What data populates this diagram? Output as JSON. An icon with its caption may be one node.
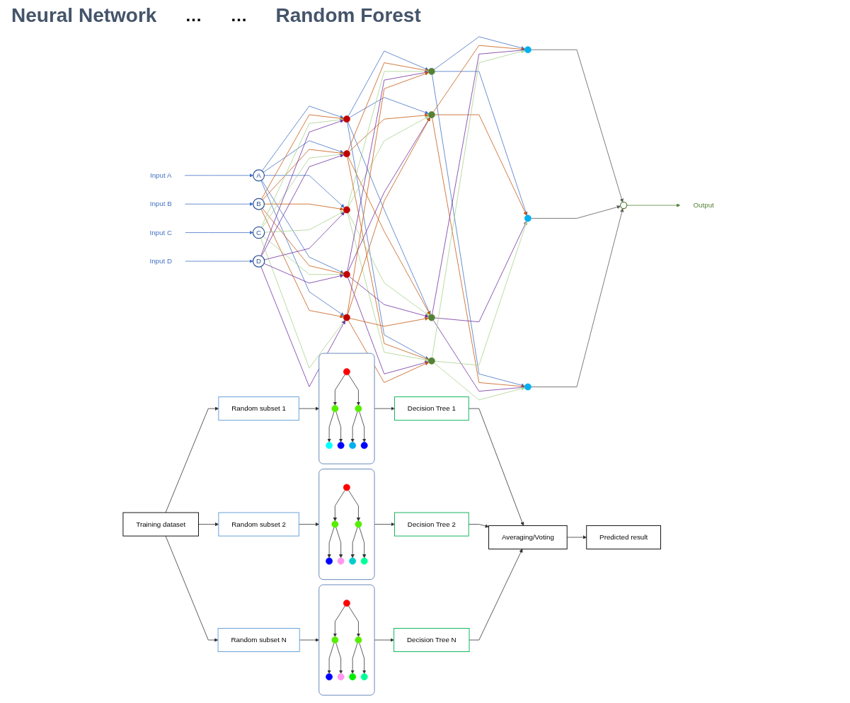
{
  "diagram": {
    "nodes": [
      {
        "text": [
          "Input A"
        ]
      },
      {
        "text": [
          "Input B"
        ]
      },
      {
        "text": [
          "Input C"
        ]
      },
      {
        "text": [
          "Input D"
        ]
      },
      {
        "text": [
          "A"
        ]
      },
      {
        "text": [
          "B"
        ]
      },
      {
        "text": [
          "C"
        ]
      },
      {
        "text": [
          "D"
        ]
      },
      {
        "text": [],
        "shape": "circle"
      },
      {
        "text": [],
        "shape": "circle"
      },
      {
        "text": [],
        "shape": "circle"
      },
      {
        "text": [],
        "shape": "circle"
      },
      {
        "text": [],
        "shape": "circle"
      },
      {
        "text": [],
        "shape": "circle"
      },
      {
        "text": [],
        "shape": "circle"
      },
      {
        "text": [],
        "shape": "circle"
      },
      {
        "text": [],
        "shape": "circle"
      },
      {
        "text": [],
        "shape": "circle"
      },
      {
        "text": [],
        "shape": "circle"
      },
      {
        "text": [],
        "shape": "circle"
      },
      {
        "text": [],
        "shape": "circle"
      },
      {
        "text": [
          "Output"
        ]
      },
      {
        "text": [
          "Training dataset"
        ]
      },
      {
        "text": [
          "Random subset 1"
        ]
      },
      {
        "text": [
          "Random subset 2"
        ]
      },
      {
        "text": [
          "Random subset N"
        ]
      },
      {
        "text": [],
        "shape": "box"
      },
      {
        "text": [],
        "shape": "circle",
        "in": 26
      },
      {
        "text": [],
        "shape": "circle",
        "in": 26
      },
      {
        "text": [],
        "shape": "circle",
        "in": 26
      },
      {
        "text": [],
        "shape": "circle",
        "in": 26
      },
      {
        "text": [],
        "shape": "circle",
        "in": 26
      },
      {
        "text": [],
        "shape": "circle",
        "in": 26
      },
      {
        "text": [],
        "shape": "circle",
        "in": 26
      },
      {
        "text": [],
        "shape": "box"
      },
      {
        "text": [],
        "shape": "circle",
        "in": 34
      },
      {
        "text": [],
        "shape": "circle",
        "in": 34
      },
      {
        "text": [],
        "shape": "circle",
        "in": 34
      },
      {
        "text": [],
        "shape": "circle",
        "in": 34
      },
      {
        "text": [],
        "shape": "circle",
        "in": 34
      },
      {
        "text": [],
        "shape": "circle",
        "in": 34
      },
      {
        "text": [],
        "shape": "circle",
        "in": 34
      },
      {
        "text": [],
        "shape": "box"
      },
      {
        "text": [],
        "shape": "circle",
        "in": 42
      },
      {
        "text": [],
        "shape": "circle",
        "in": 42
      },
      {
        "text": [],
        "shape": "circle",
        "in": 42
      },
      {
        "text": [],
        "shape": "circle",
        "in": 42
      },
      {
        "text": [],
        "shape": "circle",
        "in": 42
      },
      {
        "text": [],
        "shape": "circle",
        "in": 42
      },
      {
        "text": [],
        "shape": "circle",
        "in": 42
      },
      {
        "text": [
          "Decision Tree 1"
        ]
      },
      {
        "text": [
          "Decision Tree 2"
        ]
      },
      {
        "text": [
          "Decision Tree N"
        ]
      },
      {
        "text": [
          "Averaging/Voting"
        ]
      },
      {
        "text": [
          "Predicted result"
        ]
      }
    ],
    "edges": [
      {
        "from": 0,
        "to": 4,
        "arrow": "to",
        "color": "#4472c4"
      },
      {
        "from": 1,
        "to": 5,
        "arrow": "to",
        "color": "#4472c4"
      },
      {
        "from": 2,
        "to": 6,
        "arrow": "to",
        "color": "#4472c4"
      },
      {
        "from": 3,
        "to": 7,
        "arrow": "to",
        "color": "#4472c4"
      },
      {
        "from": 4,
        "to": 8,
        "arrow": "to",
        "color": "#4472c4"
      },
      {
        "from": 4,
        "to": 9,
        "arrow": "to",
        "color": "#4472c4"
      },
      {
        "from": 4,
        "to": 10,
        "arrow": "to",
        "color": "#4472c4"
      },
      {
        "from": 4,
        "to": 11,
        "arrow": "to",
        "color": "#4472c4"
      },
      {
        "from": 4,
        "to": 12,
        "arrow": "to",
        "color": "#4472c4"
      },
      {
        "from": 5,
        "to": 8,
        "arrow": "to",
        "color": "#c55a11"
      },
      {
        "from": 5,
        "to": 9,
        "arrow": "to",
        "color": "#c55a11"
      },
      {
        "from": 5,
        "to": 10,
        "arrow": "to",
        "color": "#c55a11"
      },
      {
        "from": 5,
        "to": 11,
        "arrow": "to",
        "color": "#c55a11"
      },
      {
        "from": 5,
        "to": 12,
        "arrow": "to",
        "color": "#c55a11"
      },
      {
        "from": 6,
        "to": 8,
        "arrow": "to",
        "color": "#a9d18e"
      },
      {
        "from": 6,
        "to": 9,
        "arrow": "to",
        "color": "#a9d18e"
      },
      {
        "from": 6,
        "to": 10,
        "arrow": "to",
        "color": "#a9d18e"
      },
      {
        "from": 6,
        "to": 11,
        "arrow": "to",
        "color": "#a9d18e"
      },
      {
        "from": 6,
        "to": 12,
        "arrow": "to",
        "color": "#a9d18e"
      },
      {
        "from": 7,
        "to": 8,
        "arrow": "to",
        "color": "#7030a0"
      },
      {
        "from": 7,
        "to": 9,
        "arrow": "to",
        "color": "#7030a0"
      },
      {
        "from": 7,
        "to": 10,
        "arrow": "to",
        "color": "#7030a0"
      },
      {
        "from": 7,
        "to": 11,
        "arrow": "to",
        "color": "#7030a0"
      },
      {
        "from": 7,
        "to": 12,
        "arrow": "to",
        "color": "#7030a0"
      },
      {
        "from": 8,
        "to": 13,
        "arrow": "to",
        "color": "#4472c4"
      },
      {
        "from": 8,
        "to": 14,
        "arrow": "to",
        "color": "#4472c4"
      },
      {
        "from": 8,
        "to": 15,
        "arrow": "to",
        "color": "#4472c4"
      },
      {
        "from": 8,
        "to": 16,
        "arrow": "to",
        "color": "#4472c4"
      },
      {
        "from": 9,
        "to": 13,
        "arrow": "to",
        "color": "#c55a11"
      },
      {
        "from": 9,
        "to": 14,
        "arrow": "to",
        "color": "#c55a11"
      },
      {
        "from": 9,
        "to": 15,
        "arrow": "to",
        "color": "#c55a11"
      },
      {
        "from": 9,
        "to": 16,
        "arrow": "to",
        "color": "#c55a11"
      },
      {
        "from": 10,
        "to": 13,
        "arrow": "to",
        "color": "#a9d18e"
      },
      {
        "from": 10,
        "to": 14,
        "arrow": "to",
        "color": "#a9d18e"
      },
      {
        "from": 10,
        "to": 15,
        "arrow": "to",
        "color": "#a9d18e"
      },
      {
        "from": 10,
        "to": 16,
        "arrow": "to",
        "color": "#a9d18e"
      },
      {
        "from": 11,
        "to": 13,
        "arrow": "to",
        "color": "#7030a0"
      },
      {
        "from": 11,
        "to": 14,
        "arrow": "to",
        "color": "#7030a0"
      },
      {
        "from": 11,
        "to": 15,
        "arrow": "to",
        "color": "#7030a0"
      },
      {
        "from": 11,
        "to": 16,
        "arrow": "to",
        "color": "#7030a0"
      },
      {
        "from": 12,
        "to": 13,
        "arrow": "to",
        "color": "#c55a11"
      },
      {
        "from": 12,
        "to": 14,
        "arrow": "to",
        "color": "#c55a11"
      },
      {
        "from": 12,
        "to": 15,
        "arrow": "to",
        "color": "#c55a11"
      },
      {
        "from": 12,
        "to": 16,
        "arrow": "to",
        "color": "#c55a11"
      },
      {
        "from": 13,
        "to": 17,
        "arrow": "to",
        "color": "#4472c4"
      },
      {
        "from": 13,
        "to": 18,
        "arrow": "to",
        "color": "#4472c4"
      },
      {
        "from": 13,
        "to": 19,
        "arrow": "to",
        "color": "#4472c4"
      },
      {
        "from": 14,
        "to": 17,
        "arrow": "to",
        "color": "#c55a11"
      },
      {
        "from": 14,
        "to": 18,
        "arrow": "to",
        "color": "#c55a11"
      },
      {
        "from": 14,
        "to": 19,
        "arrow": "to",
        "color": "#c55a11"
      },
      {
        "from": 15,
        "to": 17,
        "arrow": "to",
        "color": "#7030a0"
      },
      {
        "from": 15,
        "to": 18,
        "arrow": "to",
        "color": "#7030a0"
      },
      {
        "from": 15,
        "to": 19,
        "arrow": "to",
        "color": "#7030a0"
      },
      {
        "from": 16,
        "to": 17,
        "arrow": "to",
        "color": "#a9d18e"
      },
      {
        "from": 16,
        "to": 18,
        "arrow": "to",
        "color": "#a9d18e"
      },
      {
        "from": 16,
        "to": 19,
        "arrow": "to",
        "color": "#a9d18e"
      },
      {
        "from": 17,
        "to": 20,
        "arrow": "to",
        "color": "#595959"
      },
      {
        "from": 18,
        "to": 20,
        "arrow": "to",
        "color": "#595959"
      },
      {
        "from": 19,
        "to": 20,
        "arrow": "to",
        "color": "#595959"
      },
      {
        "from": 20,
        "to": 21,
        "arrow": "to",
        "color": "#548235"
      },
      {
        "from": 22,
        "to": 23,
        "arrow": "to"
      },
      {
        "from": 22,
        "to": 24,
        "arrow": "to"
      },
      {
        "from": 22,
        "to": 25,
        "arrow": "to"
      },
      {
        "from": 23,
        "to": 26,
        "arrow": "to"
      },
      {
        "from": 24,
        "to": 34,
        "arrow": "to"
      },
      {
        "from": 25,
        "to": 42,
        "arrow": "to"
      },
      {
        "from": 27,
        "to": 28,
        "arrow": "to"
      },
      {
        "from": 27,
        "to": 29,
        "arrow": "to"
      },
      {
        "from": 28,
        "to": 30,
        "arrow": "to"
      },
      {
        "from": 28,
        "to": 31,
        "arrow": "to"
      },
      {
        "from": 29,
        "to": 32,
        "arrow": "to"
      },
      {
        "from": 29,
        "to": 33,
        "arrow": "to"
      },
      {
        "from": 35,
        "to": 36,
        "arrow": "to"
      },
      {
        "from": 35,
        "to": 37,
        "arrow": "to"
      },
      {
        "from": 36,
        "to": 38,
        "arrow": "to"
      },
      {
        "from": 36,
        "to": 39,
        "arrow": "to"
      },
      {
        "from": 37,
        "to": 40,
        "arrow": "to"
      },
      {
        "from": 37,
        "to": 41,
        "arrow": "to"
      },
      {
        "from": 43,
        "to": 44,
        "arrow": "to"
      },
      {
        "from": 43,
        "to": 45,
        "arrow": "to"
      },
      {
        "from": 44,
        "to": 46,
        "arrow": "to"
      },
      {
        "from": 44,
        "to": 47,
        "arrow": "to"
      },
      {
        "from": 45,
        "to": 48,
        "arrow": "to"
      },
      {
        "from": 45,
        "to": 49,
        "arrow": "to"
      },
      {
        "from": 26,
        "to": 50,
        "arrow": "to"
      },
      {
        "from": 34,
        "to": 51,
        "arrow": "to"
      },
      {
        "from": 42,
        "to": 52,
        "arrow": "to"
      },
      {
        "from": 50,
        "to": 53,
        "arrow": "to"
      },
      {
        "from": 51,
        "to": 53,
        "arrow": "to"
      },
      {
        "from": 52,
        "to": 53,
        "arrow": "to"
      },
      {
        "from": 53,
        "to": 54,
        "arrow": "to"
      }
    ],
    "labels": [
      "Neural Network",
      "…",
      "…",
      "Random Forest"
    ]
  }
}
